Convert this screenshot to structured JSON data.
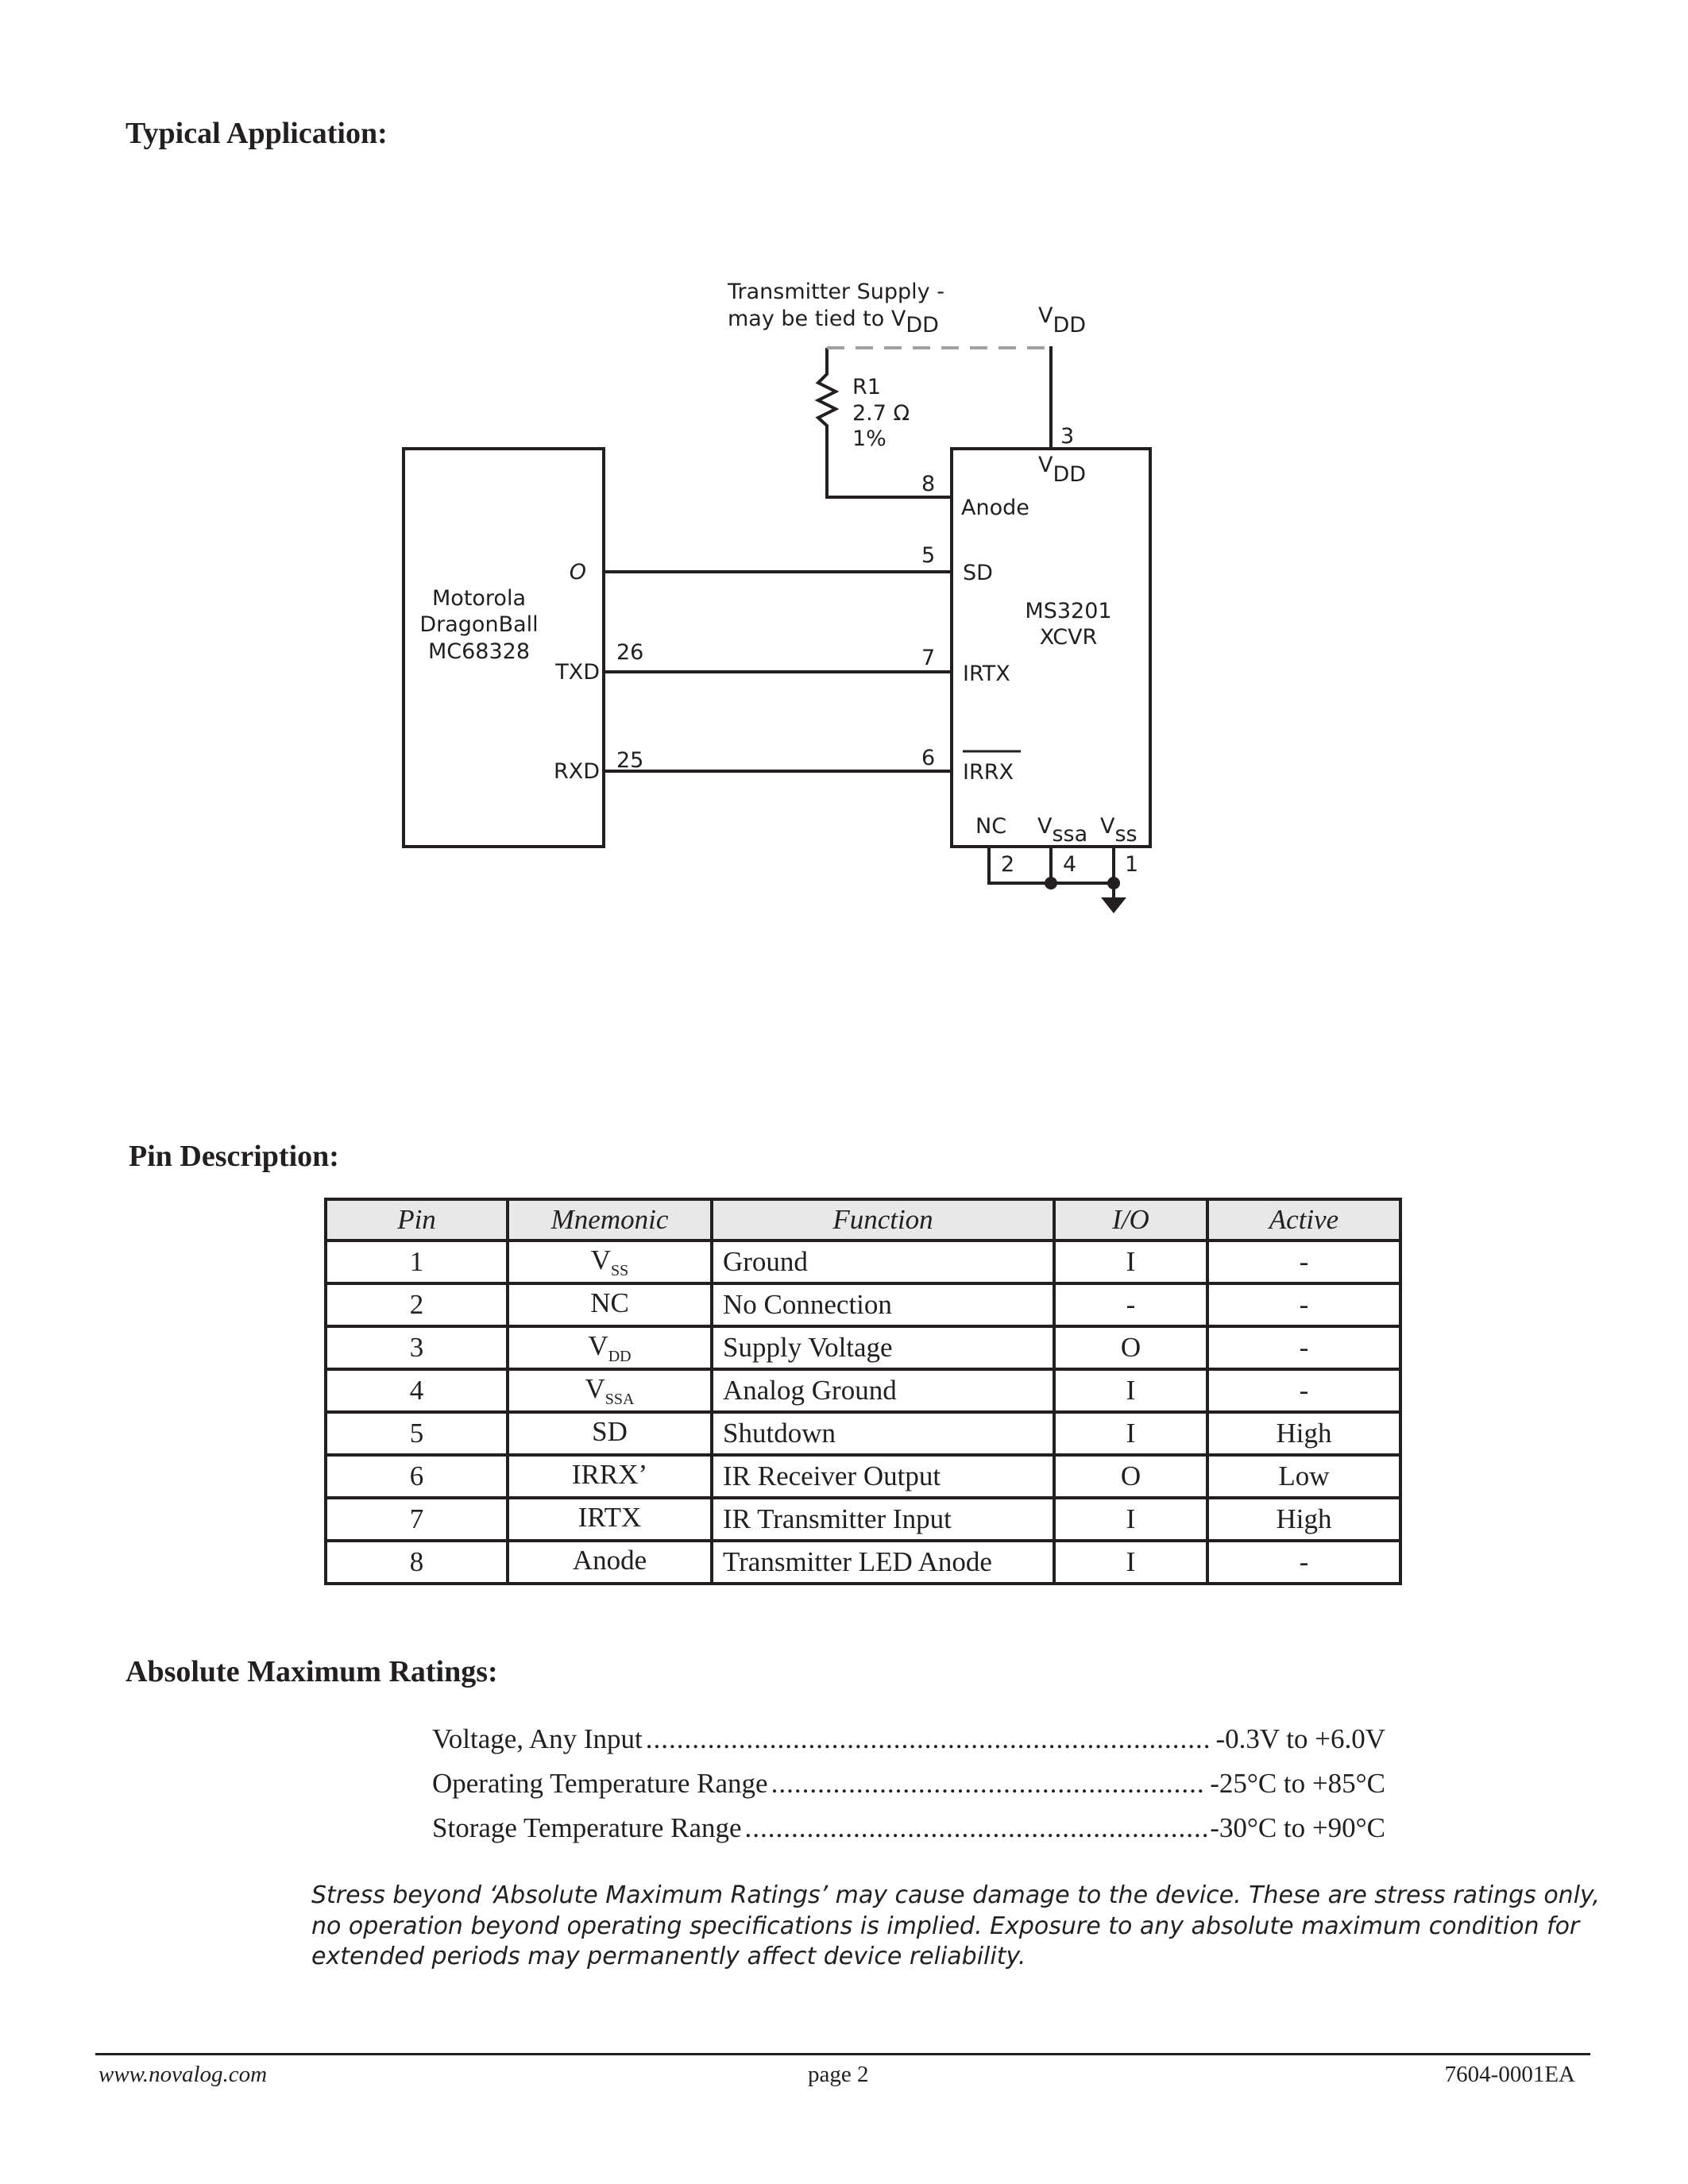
{
  "sections": {
    "typical_application": "Typical Application:",
    "pin_description": "Pin Description:",
    "absolute_max": "Absolute Maximum Ratings:"
  },
  "schematic": {
    "supply_note_1": "Transmitter Supply -",
    "supply_note_2": "may be tied to V",
    "supply_note_sub": "DD",
    "vdd": "V",
    "vdd_sub": "DD",
    "r1_name": "R1",
    "r1_value": "2.7 Ω",
    "r1_tol": "1%",
    "mcu": [
      "Motorola",
      "DragonBall",
      "MC68328"
    ],
    "mcu_pins": {
      "o": "O",
      "txd": "TXD",
      "rxd": "RXD",
      "txd_num": "26",
      "rxd_num": "25"
    },
    "xcvr": [
      "MS3201",
      "XCVR"
    ],
    "xcvr_pins": {
      "p3": "3",
      "p8": "8",
      "p5": "5",
      "p7": "7",
      "p6": "6",
      "p2": "2",
      "p4": "4",
      "p1": "1",
      "anode": "Anode",
      "sd": "SD",
      "irtx": "IRTX",
      "irrx": "IRRX",
      "nc": "NC",
      "vssa": "V",
      "vssa_sub": "ssa",
      "vss": "V",
      "vss_sub": "ss"
    }
  },
  "pin_table": {
    "headers": [
      "Pin",
      "Mnemonic",
      "Function",
      "I/O",
      "Active"
    ],
    "rows": [
      {
        "pin": "1",
        "mn": "V",
        "sub": "SS",
        "fn": "Ground",
        "io": "I",
        "act": "-"
      },
      {
        "pin": "2",
        "mn": "NC",
        "sub": "",
        "fn": "No Connection",
        "io": "-",
        "act": "-"
      },
      {
        "pin": "3",
        "mn": "V",
        "sub": "DD",
        "fn": "Supply Voltage",
        "io": "O",
        "act": "-"
      },
      {
        "pin": "4",
        "mn": "V",
        "sub": "SSA",
        "fn": "Analog Ground",
        "io": "I",
        "act": "-"
      },
      {
        "pin": "5",
        "mn": "SD",
        "sub": "",
        "fn": "Shutdown",
        "io": "I",
        "act": "High"
      },
      {
        "pin": "6",
        "mn": "IRRX’",
        "sub": "",
        "fn": "IR Receiver Output",
        "io": "O",
        "act": "Low"
      },
      {
        "pin": "7",
        "mn": "IRTX",
        "sub": "",
        "fn": "IR Transmitter Input",
        "io": "I",
        "act": "High"
      },
      {
        "pin": "8",
        "mn": "Anode",
        "sub": "",
        "fn": "Transmitter LED Anode",
        "io": "I",
        "act": "-"
      }
    ]
  },
  "ratings": [
    {
      "label": "Voltage, Any Input",
      "value": "-0.3V to +6.0V"
    },
    {
      "label": "Operating Temperature Range",
      "value": "-25°C to +85°C"
    },
    {
      "label": "Storage Temperature Range",
      "value": "-30°C to +90°C"
    }
  ],
  "note": "Stress beyond ‘Absolute Maximum Ratings’ may cause damage to the device.  These are stress ratings only, no operation beyond operating specifications is implied.  Exposure to any absolute maximum condition for extended periods may permanently affect device reliability.",
  "footer": {
    "website": "www.novalog.com",
    "page": "page 2",
    "doc_number": "7604-0001EA"
  }
}
